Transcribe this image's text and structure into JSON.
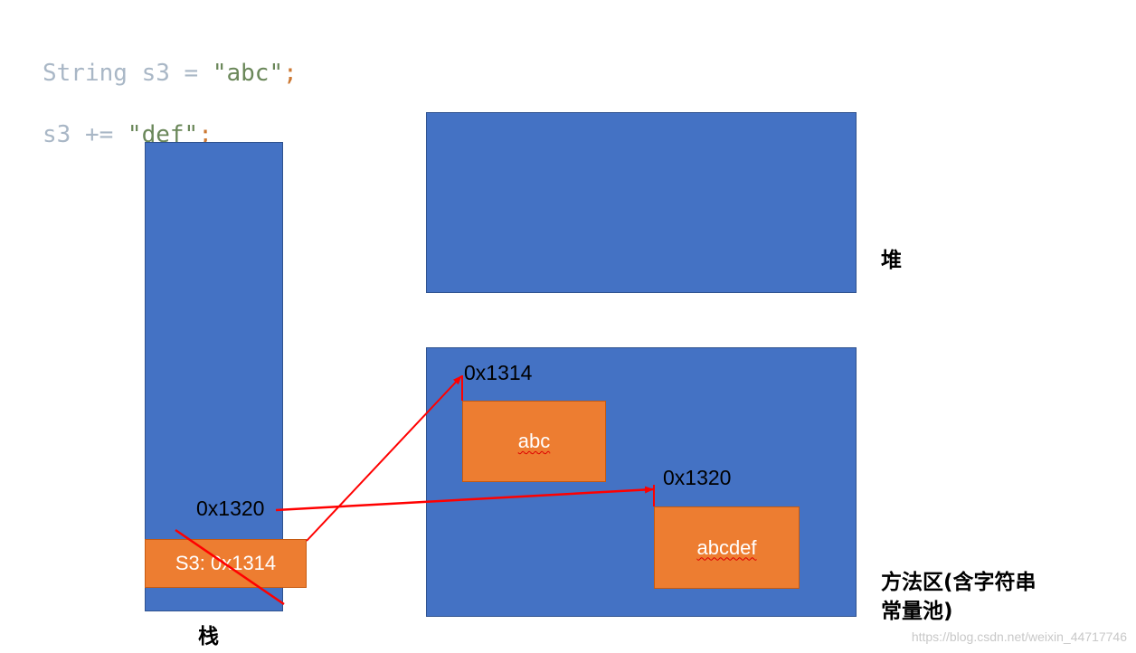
{
  "code": {
    "line1": {
      "kw": "String s3 = ",
      "str": "\"abc\"",
      "semi": ";"
    },
    "line2": {
      "kw": "s3 += ",
      "str": "\"def\"",
      "semi": ";"
    }
  },
  "stack": {
    "label": "栈",
    "var_box": "S3: 0x1314",
    "new_addr": "0x1320"
  },
  "heap": {
    "label": "堆"
  },
  "method_area": {
    "label_line1": "方法区(含字符串",
    "label_line2": "常量池)",
    "entries": [
      {
        "addr": "0x1314",
        "value": "abc"
      },
      {
        "addr": "0x1320",
        "value": "abcdef"
      }
    ]
  },
  "watermark": "https://blog.csdn.net/weixin_44717746",
  "colors": {
    "block": "#4472c4",
    "box": "#ed7d31",
    "arrow": "#ff0000"
  }
}
